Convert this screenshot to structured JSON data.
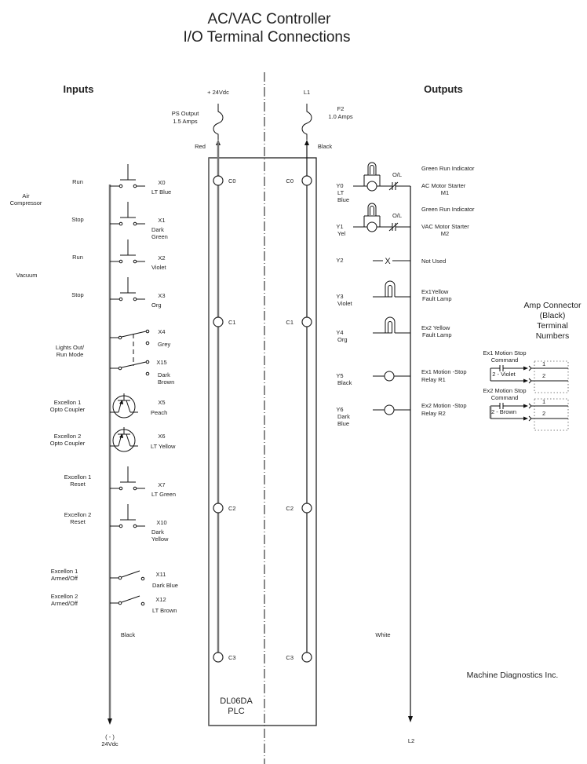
{
  "title": {
    "line1": "AC/VAC Controller",
    "line2": "I/O Terminal Connections"
  },
  "headers": {
    "inputs": "Inputs",
    "outputs": "Outputs"
  },
  "power": {
    "dc_source": "+ 24Vdc",
    "dc_fuse_label_1": "PS Output",
    "dc_fuse_label_2": "1.5 Amps",
    "dc_wire": "Red",
    "ac_source": "L1",
    "ac_fuse_label_1": "F2",
    "ac_fuse_label_2": "1.0 Amps",
    "ac_wire": "Black",
    "dc_return_wire": "Black",
    "dc_return_1": "( - )",
    "dc_return_2": "24Vdc",
    "ac_return_wire": "White",
    "ac_return": "L2"
  },
  "plc": {
    "model": "DL06DA",
    "type": "PLC",
    "commons": [
      "C0",
      "C1",
      "C2",
      "C3"
    ]
  },
  "groups": [
    {
      "lines": [
        "Air",
        "Compressor"
      ]
    },
    {
      "lines": [
        "Vacuum"
      ]
    }
  ],
  "inputs": [
    {
      "device": [
        "Run"
      ],
      "terminal": "X0",
      "color": [
        "LT Blue"
      ],
      "type": "pushbutton-no"
    },
    {
      "device": [
        "Stop"
      ],
      "terminal": "X1",
      "color": [
        "Dark",
        "Green"
      ],
      "type": "pushbutton-no"
    },
    {
      "device": [
        "Run"
      ],
      "terminal": "X2",
      "color": [
        "Violet"
      ],
      "type": "pushbutton-no"
    },
    {
      "device": [
        "Stop"
      ],
      "terminal": "X3",
      "color": [
        "Org"
      ],
      "type": "pushbutton-no"
    },
    {
      "device": [
        "Lights Out/",
        "Run Mode"
      ],
      "terminal": "X4",
      "color": [
        "Grey"
      ],
      "type": "selector"
    },
    {
      "device": [],
      "terminal": "X15",
      "color": [
        "Dark",
        "Brown"
      ],
      "type": "selector"
    },
    {
      "device": [
        "Excellon 1",
        "Opto Coupler"
      ],
      "terminal": "X5",
      "color": [
        "Peach"
      ],
      "type": "opto"
    },
    {
      "device": [
        "Excellon 2",
        "Opto Coupler"
      ],
      "terminal": "X6",
      "color": [
        "LT Yellow"
      ],
      "type": "opto"
    },
    {
      "device": [
        "Excellon 1",
        "Reset"
      ],
      "terminal": "X7",
      "color": [
        "LT Green"
      ],
      "type": "pushbutton-no"
    },
    {
      "device": [
        "Excellon 2",
        "Reset"
      ],
      "terminal": "X10",
      "color": [
        "Dark",
        "Yellow"
      ],
      "type": "pushbutton-no"
    },
    {
      "device": [
        "Excellon 1",
        "Armed/Off"
      ],
      "terminal": "X11",
      "color": [
        "Dark Blue"
      ],
      "type": "toggle"
    },
    {
      "device": [
        "Excellon 2",
        "Armed/Off"
      ],
      "terminal": "X12",
      "color": [
        "LT Brown"
      ],
      "type": "toggle"
    }
  ],
  "outputs": [
    {
      "terminal": "Y0",
      "color": [
        "LT",
        "Blue"
      ],
      "indicator": "Green Run Indicator",
      "device": [
        "AC Motor Starter",
        "M1"
      ],
      "overload": "O/L",
      "type": "starter"
    },
    {
      "terminal": "Y1",
      "color": [
        "Yel"
      ],
      "indicator": "Green Run Indicator",
      "device": [
        "VAC Motor Starter",
        "M2"
      ],
      "overload": "O/L",
      "type": "starter"
    },
    {
      "terminal": "Y2",
      "color": [],
      "device": [
        "Not Used"
      ],
      "type": "unused"
    },
    {
      "terminal": "Y3",
      "color": [
        "Violet"
      ],
      "device": [
        "Ex1Yellow",
        "Fault Lamp"
      ],
      "type": "lamp"
    },
    {
      "terminal": "Y4",
      "color": [
        "Org"
      ],
      "device": [
        "Ex2 Yellow",
        "Fault Lamp"
      ],
      "type": "lamp"
    },
    {
      "terminal": "Y5",
      "color": [
        "Black"
      ],
      "device": [
        "Ex1 Motion -Stop",
        "Relay R1"
      ],
      "type": "relay"
    },
    {
      "terminal": "Y6",
      "color": [
        "Dark",
        "Blue"
      ],
      "device": [
        "Ex2 Motion -Stop",
        "Relay R2"
      ],
      "type": "relay"
    }
  ],
  "amp_connector": {
    "title": [
      "Amp Connector",
      "(Black)",
      "Terminal",
      "Numbers"
    ],
    "blocks": [
      {
        "label": [
          "Ex1 Motion Stop",
          "Command"
        ],
        "wire": "2 - Violet",
        "pins": [
          "1",
          "2"
        ]
      },
      {
        "label": [
          "Ex2 Motion Stop",
          "Command"
        ],
        "wire": "2 - Brown",
        "pins": [
          "1",
          "2"
        ]
      }
    ]
  },
  "company": "Machine Diagnostics Inc."
}
